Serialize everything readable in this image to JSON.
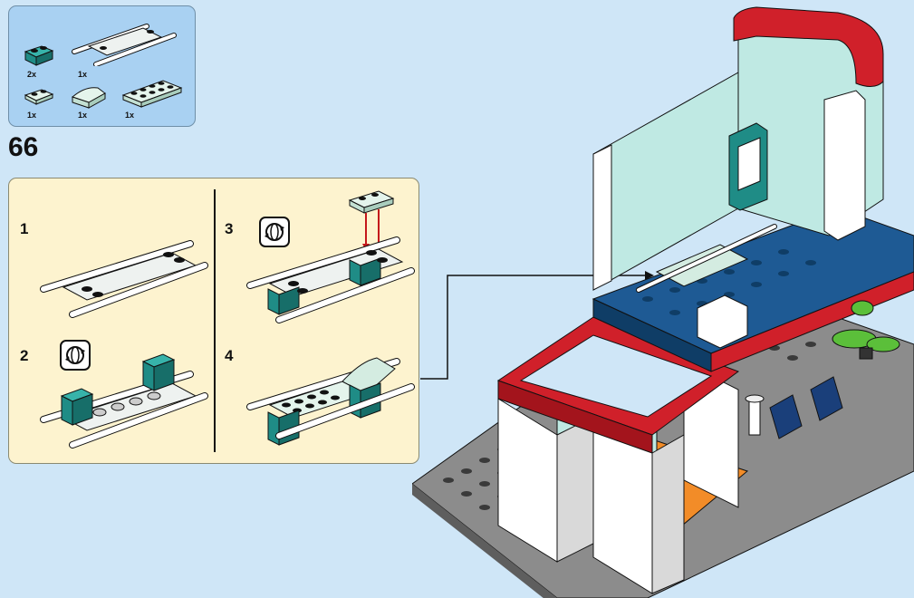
{
  "step_number": "66",
  "parts_list": [
    {
      "qty": "2x",
      "part": "teal-brick-1x2"
    },
    {
      "qty": "1x",
      "part": "white-bar-plate-assembly"
    },
    {
      "qty": "1x",
      "part": "light-aqua-plate-1x2"
    },
    {
      "qty": "1x",
      "part": "light-aqua-curved-slope"
    },
    {
      "qty": "1x",
      "part": "light-aqua-plate-2x4"
    }
  ],
  "substeps": [
    {
      "label": "1"
    },
    {
      "label": "2",
      "rotate_icon": true
    },
    {
      "label": "3",
      "rotate_icon": true
    },
    {
      "label": "4"
    }
  ],
  "colors": {
    "background": "#cfe6f7",
    "parts_panel": "#a9d1f2",
    "callout": "#fdf3cf",
    "teal": "#1f8c86",
    "light_aqua": "#d4ece1",
    "red": "#d0202a",
    "white": "#ffffff",
    "dark_blue": "#1e5a94"
  }
}
